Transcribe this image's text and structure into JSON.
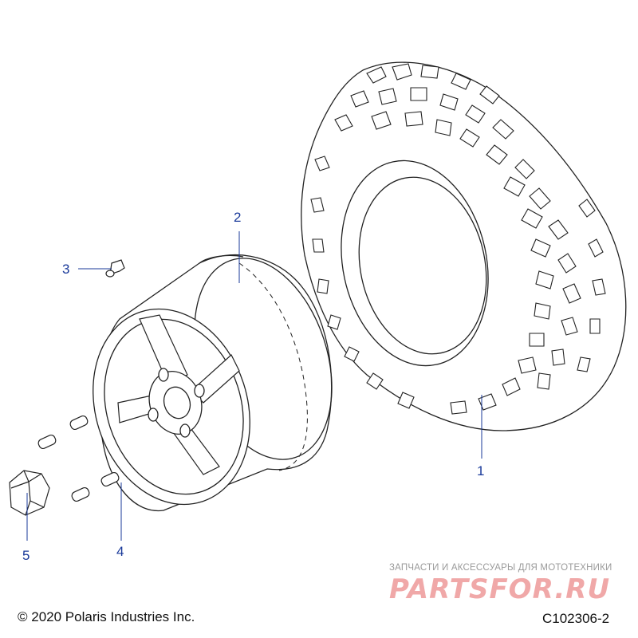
{
  "callouts": {
    "tire": "1",
    "wheel": "2",
    "valve_stem": "3",
    "lug_stud": "4",
    "lug_nut": "5"
  },
  "footer": {
    "copyright": "© 2020 Polaris Industries Inc.",
    "figure_id": "C102306-2"
  },
  "watermark": {
    "tagline": "ЗАПЧАСТИ И АКСЕССУАРЫ ДЛЯ МОТОТЕХНИКИ",
    "brand": "PARTSFOR.RU"
  },
  "colors": {
    "callout": "#1a3a9a",
    "line": "#222222",
    "watermark_brand": "#f0a8a8"
  }
}
